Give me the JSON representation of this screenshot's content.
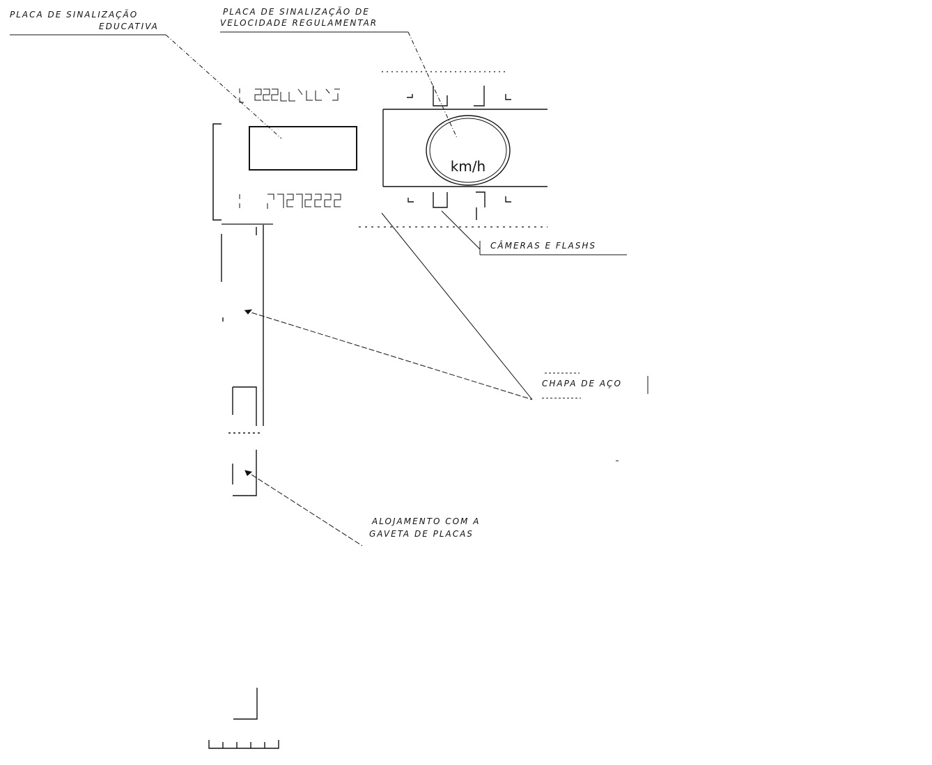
{
  "labels": {
    "educativa_line1": "PLACA DE SINALIZAÇÃO",
    "educativa_line2": "EDUCATIVA",
    "velocidade_line1": "PLACA DE SINALIZAÇÃO DE",
    "velocidade_line2": "VELOCIDADE REGULAMENTAR",
    "cameras": "CÂMERAS E FLASHS",
    "chapa": "CHAPA DE AÇO",
    "alojamento_line1": "ALOJAMENTO COM A",
    "alojamento_line2": "GAVETA DE PLACAS",
    "unit": "km/h"
  },
  "colors": {
    "line": "#111111",
    "background": "#ffffff"
  }
}
